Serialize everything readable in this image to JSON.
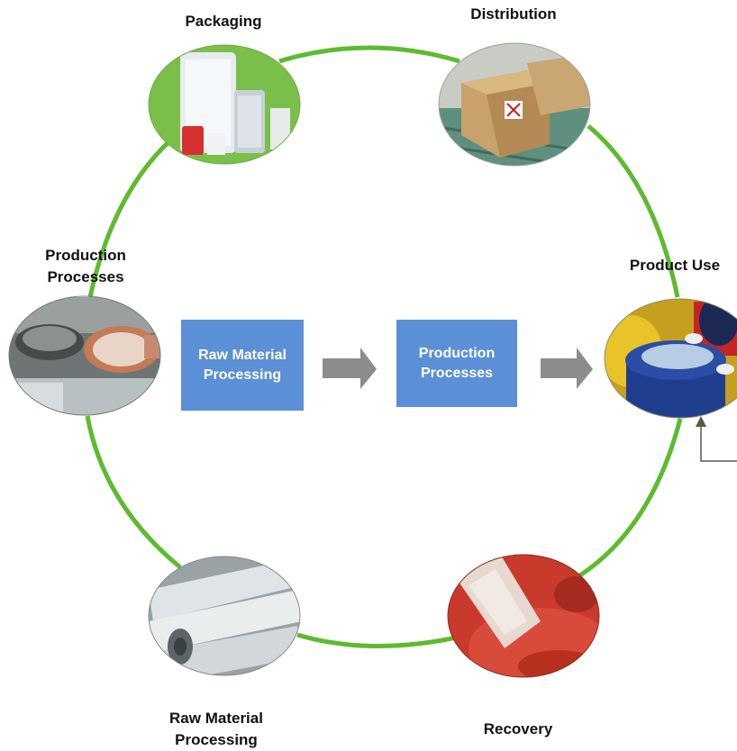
{
  "stages": {
    "packaging": {
      "label": "Packaging"
    },
    "distribution": {
      "label": "Distribution"
    },
    "product_use": {
      "label": "Product Use"
    },
    "production_processes": {
      "label_line1": "Production",
      "label_line2": "Processes"
    },
    "raw_material_processing": {
      "label_line1": "Raw Material",
      "label_line2": "Processing"
    },
    "recovery": {
      "label": "Recovery"
    }
  },
  "flow": {
    "box1": {
      "line1": "Raw Material",
      "line2": "Processing"
    },
    "box2": {
      "line1": "Production",
      "line2": "Processes"
    }
  },
  "colors": {
    "cycle_ring": "#5dbb2e",
    "flow_box": "#5b8fd6",
    "flow_arrow": "#8c8c8c",
    "connector": "#5a5a44"
  },
  "icons": {
    "packaging": "packaging-photo-icon",
    "distribution": "boxes-on-conveyor-photo-icon",
    "product_use": "drum-photo-icon",
    "production_processes": "factory-machinery-photo-icon",
    "raw_material_processing": "film-rolls-photo-icon",
    "recovery": "recycled-pellets-photo-icon"
  }
}
